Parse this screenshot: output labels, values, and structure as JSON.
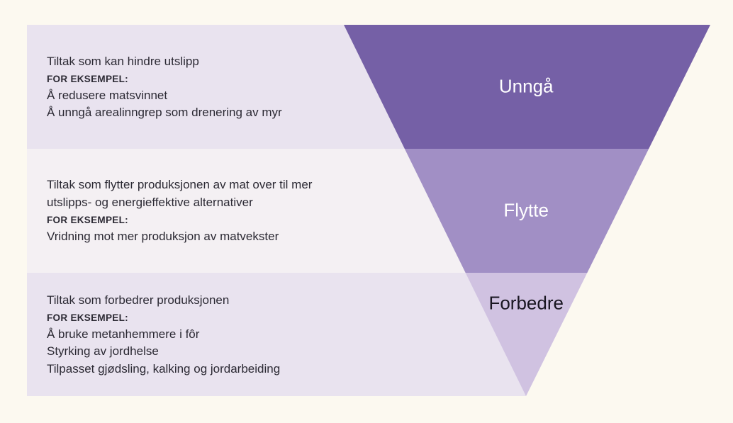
{
  "page": {
    "background_color": "#fcf9f0",
    "body_text_color": "#2b2933"
  },
  "pyramid": {
    "levels": [
      {
        "label": "Unngå",
        "label_color": "#ffffff",
        "band_color": "#7560a6",
        "stripe_color": "#e9e3ef",
        "description": "Tiltak som kan hindre utslipp",
        "examples_heading": "FOR EKSEMPEL:",
        "examples": [
          "Å redusere matsvinnet",
          "Å unngå arealinngrep som drenering av myr"
        ]
      },
      {
        "label": "Flytte",
        "label_color": "#ffffff",
        "band_color": "#a18fc5",
        "stripe_color": "#f4f0f3",
        "description": "Tiltak som flytter produksjonen av mat over til mer utslipps- og energieffektive alternativer",
        "examples_heading": "FOR EKSEMPEL:",
        "examples": [
          "Vridning mot mer produksjon av matvekster"
        ]
      },
      {
        "label": "Forbedre",
        "label_color": "#191621",
        "band_color": "#d0c2e1",
        "stripe_color": "#e9e3ef",
        "description": "Tiltak som forbedrer produksjonen",
        "examples_heading": "FOR EKSEMPEL:",
        "examples": [
          "Å bruke metanhemmere i fôr",
          "Styrking av jordhelse",
          "Tilpasset gjødsling, kalking og jordarbeiding"
        ]
      }
    ]
  }
}
